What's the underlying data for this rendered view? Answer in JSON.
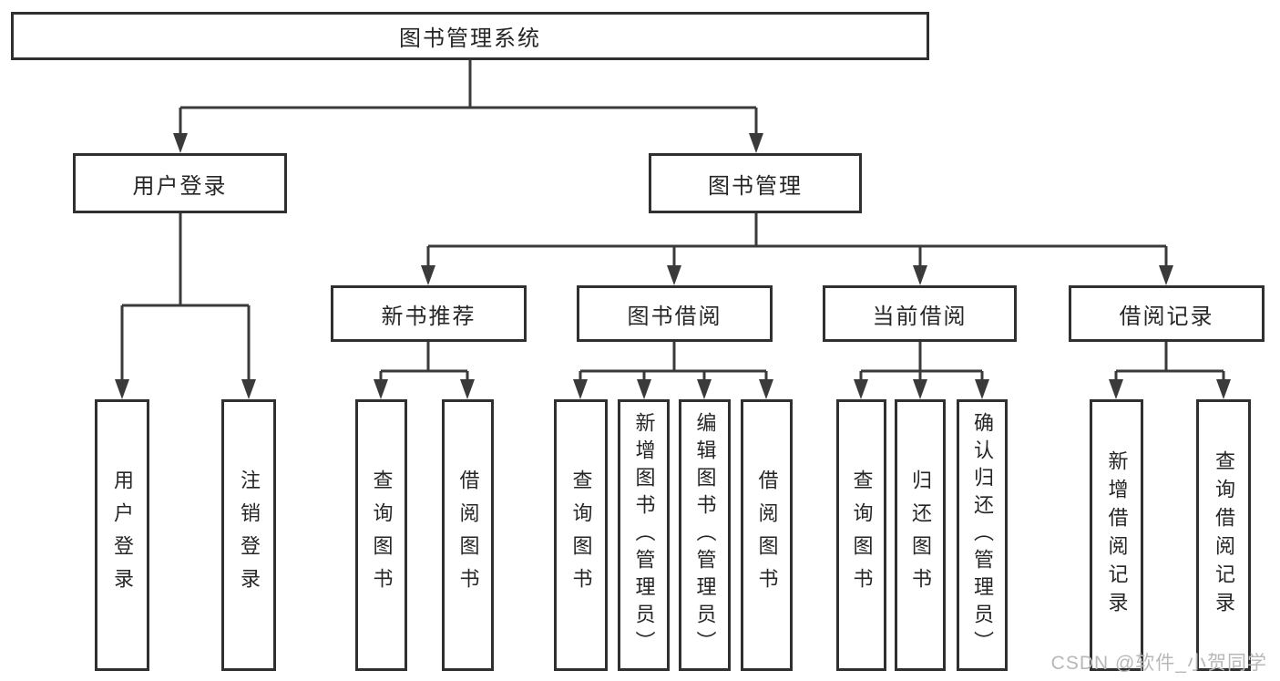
{
  "diagram": {
    "root": {
      "label": "图书管理系统"
    },
    "branches": [
      {
        "label": "用户登录",
        "children": [
          {
            "label": "用户登录"
          },
          {
            "label": "注销登录"
          }
        ]
      },
      {
        "label": "图书管理",
        "groups": [
          {
            "label": "新书推荐",
            "children": [
              {
                "label": "查询图书"
              },
              {
                "label": "借阅图书"
              }
            ]
          },
          {
            "label": "图书借阅",
            "children": [
              {
                "label": "查询图书"
              },
              {
                "label": "新增图书（管理员）"
              },
              {
                "label": "编辑图书（管理员）"
              },
              {
                "label": "借阅图书"
              }
            ]
          },
          {
            "label": "当前借阅",
            "children": [
              {
                "label": "查询图书"
              },
              {
                "label": "归还图书"
              },
              {
                "label": "确认归还（管理员）"
              }
            ]
          },
          {
            "label": "借阅记录",
            "children": [
              {
                "label": "新增借阅记录"
              },
              {
                "label": "查询借阅记录"
              }
            ]
          }
        ]
      }
    ]
  },
  "watermark": {
    "text": "CSDN @软件_小贺同学"
  },
  "colors": {
    "line": "#3a3a3a",
    "border": "#303030",
    "text": "#262626",
    "watermark": "#b8b8b8",
    "background": "#ffffff"
  }
}
